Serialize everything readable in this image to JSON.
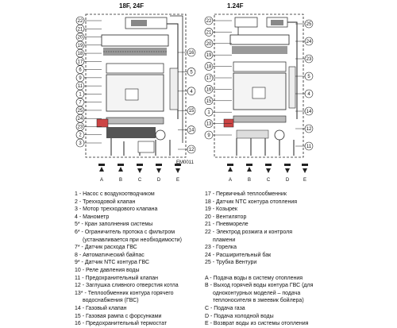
{
  "diagrams": [
    {
      "title": "18F, 24F",
      "callouts_left": [
        "22",
        "21",
        "20",
        "19",
        "18",
        "17",
        "6",
        "9",
        "11",
        "1",
        "7",
        "25",
        "24",
        "23",
        "2",
        "3"
      ],
      "callouts_right": [
        "16",
        "5",
        "4",
        "15",
        "14",
        "12"
      ],
      "stamp": "EM0011"
    },
    {
      "title": "1.24F",
      "callouts_left": [
        "22",
        "21",
        "20",
        "19",
        "18",
        "17",
        "16",
        "15",
        "1",
        "13",
        "9"
      ],
      "callouts_right": [
        "25",
        "24",
        "23",
        "5",
        "4",
        "14",
        "12",
        "11"
      ]
    }
  ],
  "connection_letters": [
    "A",
    "B",
    "C",
    "D",
    "E"
  ],
  "legend_left": [
    "1 - Насос с воздухоотводчиком",
    "2 - Трехходовой клапан",
    "3 - Мотор трехходового клапана",
    "4 - Манометр",
    "5* - Кран заполнения системы",
    "6* - Ограничитель протока с фильтром",
    "(устанавливается при необходимости)",
    "7* - Датчик расхода ГВС",
    "8 - Автоматический байпас",
    "9* - Датчик NTC контура ГВС",
    "10 - Реле давления воды",
    "11 - Предохранительный клапан",
    "12 - Заглушка сливного отверстия котла",
    "13* - Теплообменник контура горячего",
    "водоснабжения (ГВС)",
    "14 - Газовый клапан",
    "15 - Газовая рампа с форсунками",
    "16 - Предохранительный термостат"
  ],
  "legend_right": [
    "17 - Первичный теплообменник",
    "18 - Датчик NTC контура отопления",
    "19 - Козырек",
    "20 - Вентилятор",
    "21 - Пневмореле",
    "22 - Электрод розжига и контроля",
    "пламени",
    "23 - Горелка",
    "24 - Расширительный бак",
    "25 - Трубка Вентури",
    "",
    "A - Подача воды в систему отопления",
    "B - Выход горячей воды контура ГВС (для",
    "одноконтурных моделей – подача",
    "теплоносителя в змеевик бойлера)",
    "C - Подача газа",
    "D - Подача холодной воды",
    "E - Возврат воды из системы отопления"
  ]
}
